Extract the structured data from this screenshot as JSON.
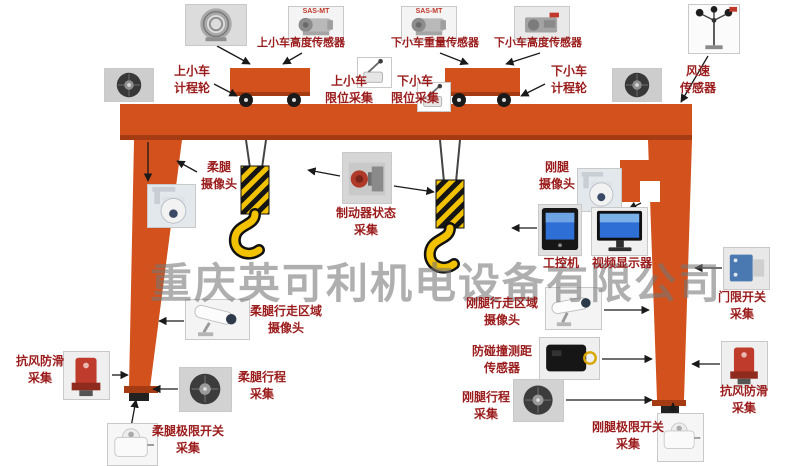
{
  "watermark": "重庆英可利机电设备有限公司",
  "colors": {
    "crane": "#d2511c",
    "crane_dark": "#a53b12",
    "label_text": "#9b1c1c",
    "hook_yellow": "#f2c200",
    "line": "#1a1a1a"
  },
  "badges": {
    "sas": "SAS-MT"
  },
  "labels": {
    "upper_trolley_height_sensor": "上小车高度传感器",
    "lower_trolley_weight_sensor": "下小车重量传感器",
    "lower_trolley_height_sensor": "下小车高度传感器",
    "upper_trolley_odometer": "上小车\n计程轮",
    "lower_trolley_odometer": "下小车\n计程轮",
    "wind_speed_sensor": "风速\n传感器",
    "upper_trolley_limit": "上小车\n限位采集",
    "lower_trolley_limit": "下小车\n限位采集",
    "flexible_leg_camera": "柔腿\n摄像头",
    "rigid_leg_camera": "刚腿\n摄像头",
    "brake_status": "制动器状态\n采集",
    "industrial_pc": "工控机",
    "video_display": "视频显示器",
    "door_limit_switch": "门限开关\n采集",
    "flexible_leg_area_camera": "柔腿行走区域\n摄像头",
    "rigid_leg_area_camera": "刚腿行走区域\n摄像头",
    "anti_collision_sensor": "防碰撞测距\n传感器",
    "anti_wind_left": "抗风防滑\n采集",
    "flexible_leg_travel": "柔腿行程\n采集",
    "rigid_leg_travel": "刚腿行程\n采集",
    "anti_wind_right": "抗风防滑\n采集",
    "flexible_leg_limit_switch": "柔腿极限开关\n采集",
    "rigid_leg_limit_switch": "刚腿极限开关\n采集"
  }
}
